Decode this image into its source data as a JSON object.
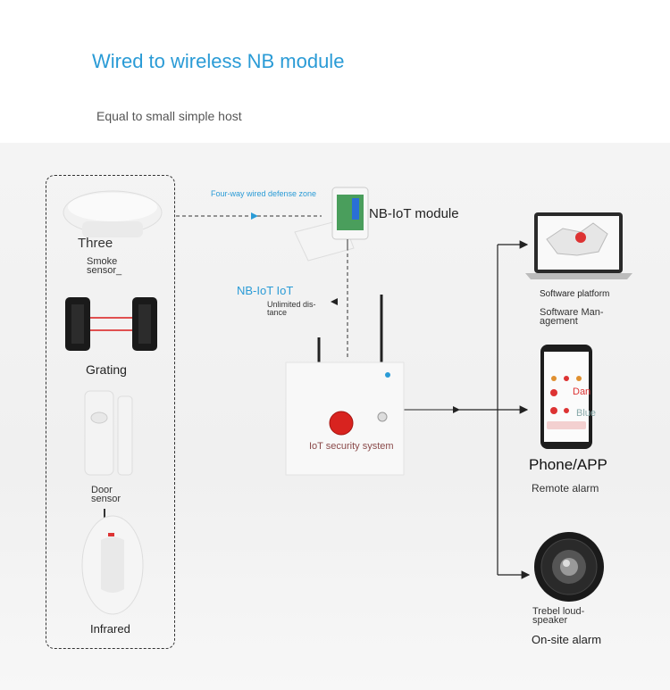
{
  "header": {
    "title": "Wired to wireless NB module",
    "subtitle": "Equal to small simple host"
  },
  "sensors": {
    "smoke_top": "Three",
    "smoke_label": "Smoke sensor_",
    "grating": "Grating",
    "door": "Door sensor",
    "infrared": "Infrared"
  },
  "center": {
    "wired_zone": "Four-way wired defense zone",
    "nb_module": "NB-IoT module",
    "nb_iot": "NB-IoT IoT",
    "distance": "Unlimited dis-tance",
    "host_label": "IoT security system"
  },
  "outputs": {
    "software_platform": "Software platform",
    "software_mgmt": "Software Man-agement",
    "phone_app": "Phone/APP",
    "remote_alarm": "Remote alarm",
    "phone_danger": "Dan",
    "phone_blue": "Blue",
    "speaker": "Trebel loud-speaker",
    "onsite_alarm": "On-site alarm"
  },
  "colors": {
    "accent": "#2a9bd6",
    "alarm_red": "#d8231f",
    "arrow": "#222222"
  }
}
